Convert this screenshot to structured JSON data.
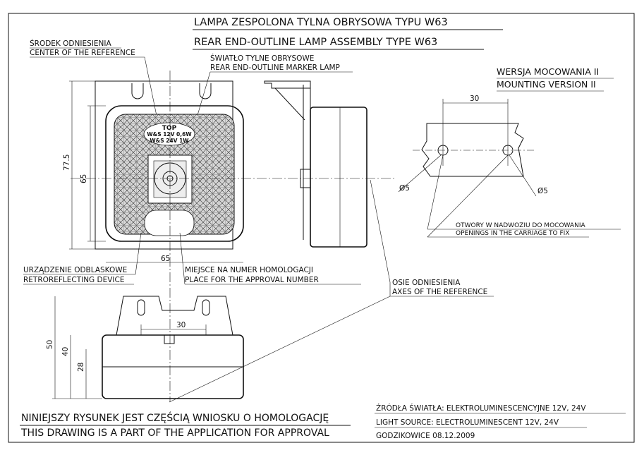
{
  "title": {
    "line1": "LAMPA ZESPOLONA TYLNA OBRYSOWA TYPU W63",
    "line2": "REAR END-OUTLINE LAMP ASSEMBLY TYPE W63"
  },
  "labels": {
    "center_pl": "ŚRODEK ODNIESIENIA",
    "center_en": "CENTER OF THE REFERENCE",
    "marker_pl": "ŚWIATŁO TYLNE OBRYSOWE",
    "marker_en": "REAR END-OUTLINE MARKER LAMP",
    "mount_pl": "WERSJA MOCOWANIA II",
    "mount_en": "MOUNTING VERSION II",
    "reflex_pl": "URZĄDZENIE ODBLASKOWE",
    "reflex_en": "RETROREFLECTING DEVICE",
    "approval_pl": "MIEJSCE NA NUMER HOMOLOGACJI",
    "approval_en": "PLACE FOR THE APPROVAL NUMBER",
    "axes_pl": "OSIE ODNIESIENIA",
    "axes_en": "AXES OF THE REFERENCE",
    "holes_pl": "OTWORY W NADWOZIU DO MOCOWANIA",
    "holes_en": "OPENINGS IN THE CARRIAGE TO FIX"
  },
  "lamp_marking": {
    "top": "TOP",
    "line1": "W&S 12V 0,6W",
    "line2": "W&S 24V 1W"
  },
  "dimensions": {
    "height_outer": "77.5",
    "height_inner": "65",
    "width_front": "65",
    "mount_spacing": "30",
    "hole_left": "Ø5",
    "hole_right": "Ø5",
    "bottom_spacing": "30",
    "bottom_h50": "50",
    "bottom_h40": "40",
    "bottom_h28": "28"
  },
  "notes": {
    "pl": "NINIEJSZY RYSUNEK JEST CZĘŚCIĄ WNIOSKU O  HOMOLOGACJĘ",
    "en": "THIS DRAWING IS A PART OF THE APPLICATION FOR  APPROVAL"
  },
  "footer": {
    "source_pl": "ŹRÓDŁA ŚWIATŁA: ELEKTROLUMINESCENCYJNE  12V, 24V",
    "source_en": "LIGHT SOURCE: ELECTROLUMINESCENT  12V, 24V",
    "place_date": "GODZIKOWICE 08.12.2009"
  }
}
